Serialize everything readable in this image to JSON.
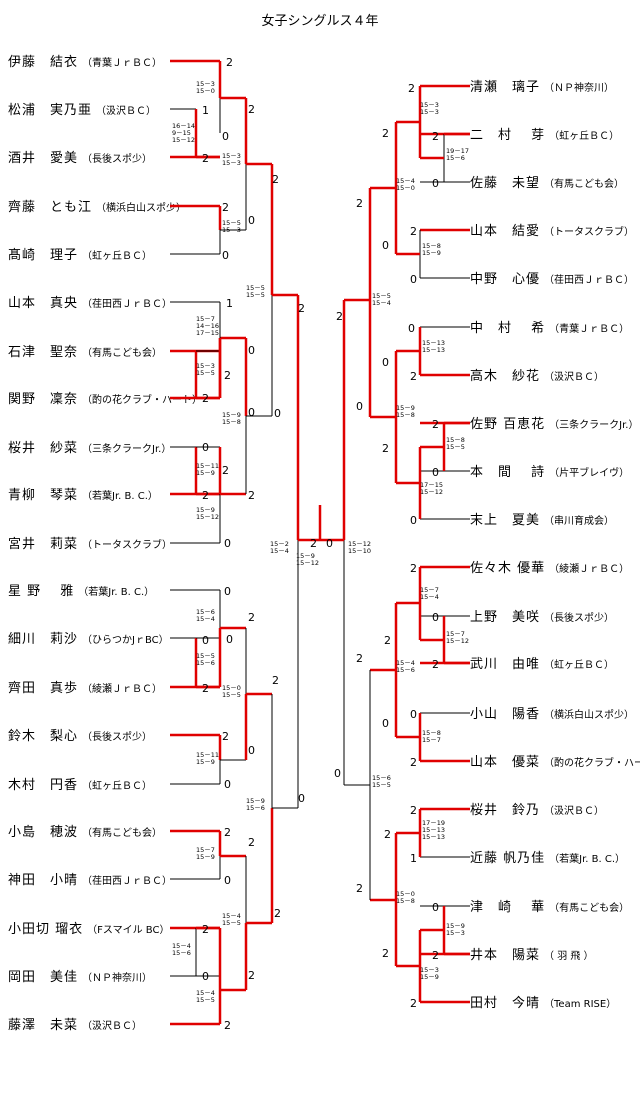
{
  "title": "女子シングルス４年",
  "left_players": [
    {
      "name": "伊藤　結衣",
      "club": "（青葉ＪｒＢＣ）"
    },
    {
      "name": "松浦　実乃亜",
      "club": "（汲沢ＢＣ）"
    },
    {
      "name": "酒井　愛美",
      "club": "（長後スポ少）"
    },
    {
      "name": "齊藤　とも江",
      "club": "（横浜白山スポ少）"
    },
    {
      "name": "髙崎　理子",
      "club": "（虹ヶ丘ＢＣ）"
    },
    {
      "name": "山本　真央",
      "club": "（荏田西ＪｒＢＣ）"
    },
    {
      "name": "石津　聖奈",
      "club": "（有馬こども会）"
    },
    {
      "name": "関野　凜奈",
      "club": "（酌の花クラブ・ハート）"
    },
    {
      "name": "桜井　紗菜",
      "club": "（三条クラークJr.）"
    },
    {
      "name": "青柳　琴菜",
      "club": "（若葉Jr. B. C.）"
    },
    {
      "name": "宮井　莉菜",
      "club": "（トータスクラブ）"
    },
    {
      "name": "星 野　 雅",
      "club": "（若葉Jr. B. C.）"
    },
    {
      "name": "細川　莉沙",
      "club": "（ひらつかJｒBC）"
    },
    {
      "name": "齊田　真歩",
      "club": "（綾瀬ＪｒＢＣ）"
    },
    {
      "name": "鈴木　梨心",
      "club": "（長後スポ少）"
    },
    {
      "name": "木村　円香",
      "club": "（虹ヶ丘ＢＣ）"
    },
    {
      "name": "小島　穂波",
      "club": "（有馬こども会）"
    },
    {
      "name": "神田　小晴",
      "club": "（荏田西ＪｒＢＣ）"
    },
    {
      "name": "小田切 瑠衣",
      "club": "（Fスマイル BC）"
    },
    {
      "name": "岡田　美佳",
      "club": "（ＮＰ神奈川）"
    },
    {
      "name": "藤澤　未菜",
      "club": "（汲沢ＢＣ）"
    }
  ],
  "right_players": [
    {
      "name": "清瀬　璃子",
      "club": "（ＮＰ神奈川）"
    },
    {
      "name": "二　村　 芽",
      "club": "（虹ヶ丘ＢＣ）"
    },
    {
      "name": "佐藤　未望",
      "club": "（有馬こども会）"
    },
    {
      "name": "山本　結愛",
      "club": "（トータスクラブ）"
    },
    {
      "name": "中野　心優",
      "club": "（荏田西ＪｒＢＣ）"
    },
    {
      "name": "中　村　 希",
      "club": "（青葉ＪｒＢＣ）"
    },
    {
      "name": "高木　紗花",
      "club": "（汲沢ＢＣ）"
    },
    {
      "name": "佐野 百恵花",
      "club": "（三条クラークJr.）"
    },
    {
      "name": "本　間　 詩",
      "club": "（片平ブレイヴ）"
    },
    {
      "name": "末上　夏美",
      "club": "（串川育成会）"
    },
    {
      "name": "佐々木 優華",
      "club": "（綾瀬ＪｒＢＣ）"
    },
    {
      "name": "上野　美咲",
      "club": "（長後スポ少）"
    },
    {
      "name": "武川　由唯",
      "club": "（虹ヶ丘ＢＣ）"
    },
    {
      "name": "小山　陽香",
      "club": "（横浜白山スポ少）"
    },
    {
      "name": "山本　優菜",
      "club": "（酌の花クラブ・ハート）"
    },
    {
      "name": "桜井　鈴乃",
      "club": "（汲沢ＢＣ）"
    },
    {
      "name": "近藤 帆乃佳",
      "club": "（若葉Jr. B. C.）"
    },
    {
      "name": "津　崎　 華",
      "club": "（有馬こども会）"
    },
    {
      "name": "井本　陽菜",
      "club": "（ 羽 飛 ）"
    },
    {
      "name": "田村　今晴",
      "club": "（Team RISE）"
    }
  ],
  "colors": {
    "win": "#e00000",
    "line": "#000000"
  }
}
